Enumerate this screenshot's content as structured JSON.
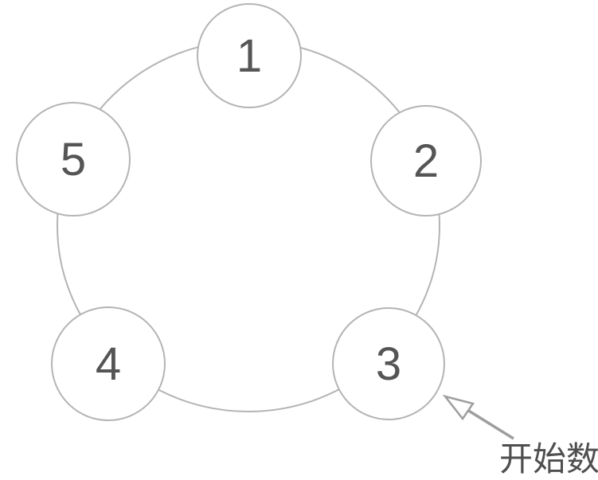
{
  "page": {
    "background": "#ffffff"
  },
  "diagram": {
    "kind": "numbered-circle-ring",
    "description": "Five numbered circles arranged on a ring; an arrow points to circle 3 as the starting point",
    "colors": {
      "ring_stroke": "#b4b4b4",
      "node_stroke": "#b4b4b4",
      "node_fill": "#ffffff",
      "number_color": "#555555",
      "arrow_color": "#9e9e9e",
      "label_color": "#4f4f4f"
    },
    "nodes": [
      {
        "label": "1"
      },
      {
        "label": "2"
      },
      {
        "label": "3"
      },
      {
        "label": "4"
      },
      {
        "label": "5"
      }
    ],
    "annotation": {
      "label": "开始数",
      "points_to": "3"
    }
  }
}
